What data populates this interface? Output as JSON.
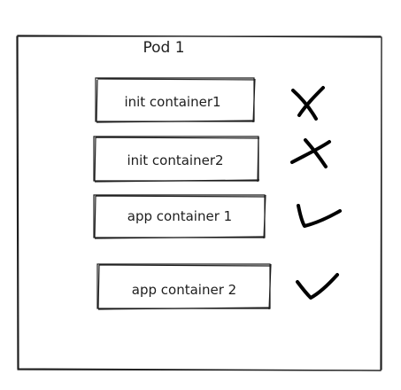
{
  "pod": {
    "title": "Pod 1"
  },
  "containers": [
    {
      "label": "init container1",
      "status": "failed",
      "status_icon": "cross-icon"
    },
    {
      "label": "init container2",
      "status": "failed",
      "status_icon": "cross-icon"
    },
    {
      "label": "app container 1",
      "status": "ok",
      "status_icon": "checkmark-icon"
    },
    {
      "label": "app container 2",
      "status": "ok",
      "status_icon": "checkmark-icon"
    }
  ],
  "colors": {
    "stroke": "#1e1e1e",
    "mark": "#000000",
    "background": "#ffffff"
  }
}
